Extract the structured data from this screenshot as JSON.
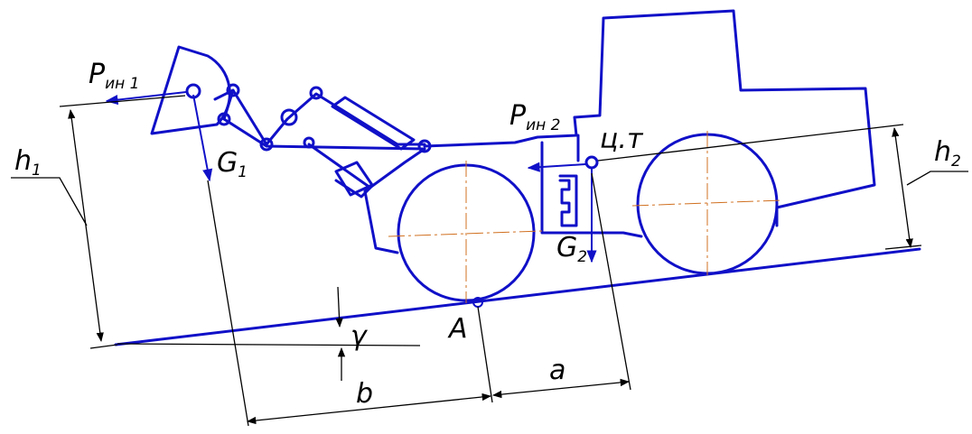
{
  "labels": {
    "p_in1_main": "P",
    "p_in1_sub": "ин 1",
    "p_in2_main": "P",
    "p_in2_sub": "ин 2",
    "g1_main": "G",
    "g1_sub": "1",
    "g2_main": "G",
    "g2_sub": "2",
    "h1_main": "h",
    "h1_sub": "1",
    "h2_main": "h",
    "h2_sub": "2",
    "cm": "ц.т",
    "point_a": "A",
    "gamma": "γ",
    "dim_a": "a",
    "dim_b": "b"
  },
  "colors": {
    "ink": "#1010c8",
    "dim": "#000000",
    "centerline": "#d07020"
  }
}
